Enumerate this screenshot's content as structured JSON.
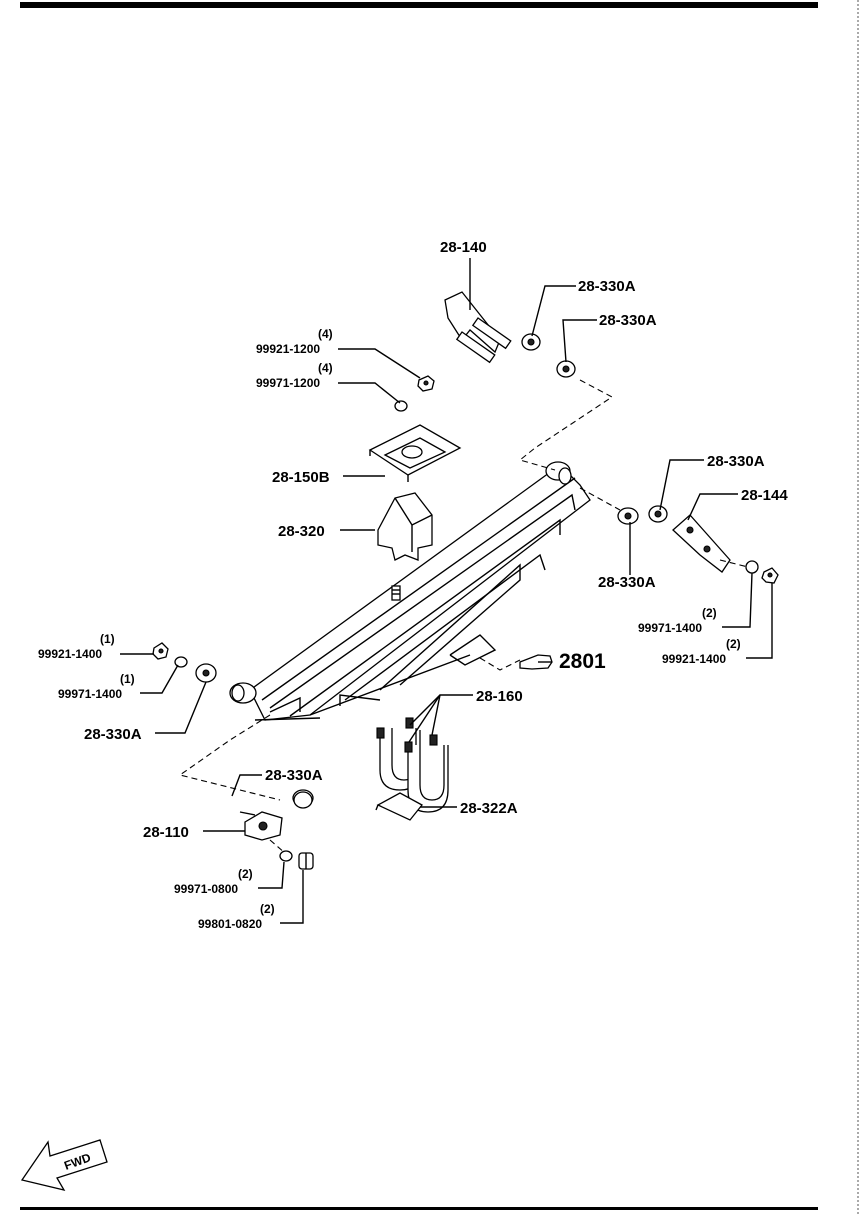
{
  "callouts": {
    "part_28_140": "28-140",
    "part_28_330a_1": "28-330A",
    "part_28_330a_2": "28-330A",
    "part_28_330a_3": "28-330A",
    "part_28_330a_4": "28-330A",
    "part_28_330a_5": "28-330A",
    "part_28_330a_6": "28-330A",
    "part_28_144": "28-144",
    "part_28_150b": "28-150B",
    "part_28_320": "28-320",
    "part_28_160": "28-160",
    "part_28_322a": "28-322A",
    "part_28_110": "28-110",
    "ref_2801": "2801",
    "nut_1200": {
      "qty": "(4)",
      "number": "99921-1200"
    },
    "washer_1200": {
      "qty": "(4)",
      "number": "99971-1200"
    },
    "nut_1400_left": {
      "qty": "(1)",
      "number": "99921-1400"
    },
    "washer_1400_left": {
      "qty": "(1)",
      "number": "99971-1400"
    },
    "washer_1400_right": {
      "qty": "(2)",
      "number": "99971-1400"
    },
    "nut_1400_right": {
      "qty": "(2)",
      "number": "99921-1400"
    },
    "washer_0800": {
      "qty": "(2)",
      "number": "99971-0800"
    },
    "bolt_0820": {
      "qty": "(2)",
      "number": "99801-0820"
    }
  },
  "fwd_label": "FWD"
}
